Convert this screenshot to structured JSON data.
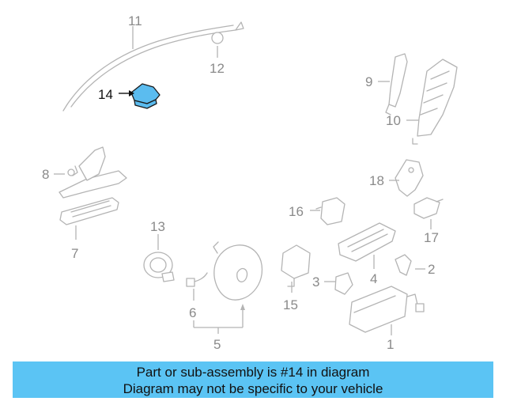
{
  "callouts": {
    "c1": "1",
    "c2": "2",
    "c3": "3",
    "c4": "4",
    "c5": "5",
    "c6": "6",
    "c7": "7",
    "c8": "8",
    "c9": "9",
    "c10": "10",
    "c11": "11",
    "c12": "12",
    "c13": "13",
    "c14": "14",
    "c15": "15",
    "c16": "16",
    "c17": "17",
    "c18": "18"
  },
  "highlight": {
    "part": "14",
    "color": "#5bbcef"
  },
  "banner": {
    "line1": "Part or sub-assembly is #14 in diagram",
    "line2": "Diagram may not be specific to your vehicle",
    "background": "#5bc4f4"
  }
}
